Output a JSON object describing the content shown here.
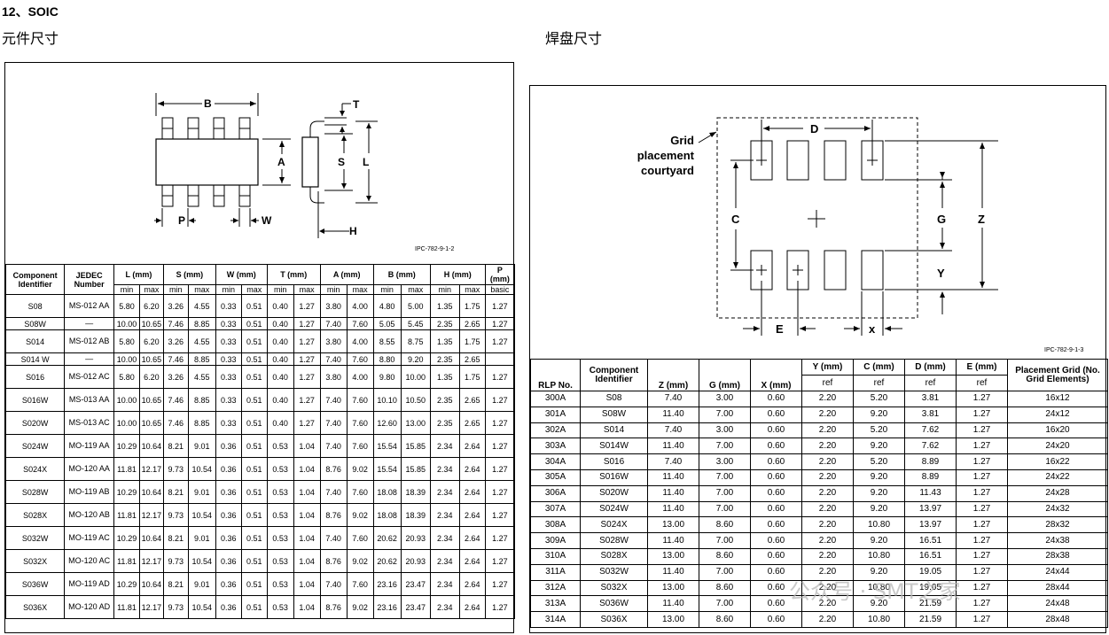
{
  "header": {
    "num": "12、",
    "title": "SOIC",
    "left_caption": "元件尺寸",
    "right_caption": "焊盘尺寸"
  },
  "left_figure": {
    "labels": {
      "B": "B",
      "T": "T",
      "A": "A",
      "S": "S",
      "L": "L",
      "P": "P",
      "W": "W",
      "H": "H"
    },
    "ref": "IPC-782-9-1-2"
  },
  "left_table": {
    "col_component": "Component Identifier",
    "col_jedec": "JEDEC Number",
    "groups": [
      "L (mm)",
      "S (mm)",
      "W (mm)",
      "T (mm)",
      "A (mm)",
      "B (mm)",
      "H (mm)"
    ],
    "p_head": "P (mm)",
    "min": "min",
    "max": "max",
    "basic": "basic",
    "rows": [
      {
        "id": "S08",
        "jedec": "MS-012 AA",
        "v": [
          "5.80",
          "6.20",
          "3.26",
          "4.55",
          "0.33",
          "0.51",
          "0.40",
          "1.27",
          "3.80",
          "4.00",
          "4.80",
          "5.00",
          "1.35",
          "1.75",
          "1.27"
        ]
      },
      {
        "id": "S08W",
        "jedec": "—",
        "v": [
          "10.00",
          "10.65",
          "7.46",
          "8.85",
          "0.33",
          "0.51",
          "0.40",
          "1.27",
          "7.40",
          "7.60",
          "5.05",
          "5.45",
          "2.35",
          "2.65",
          "1.27"
        ]
      },
      {
        "id": "S014",
        "jedec": "MS-012 AB",
        "v": [
          "5.80",
          "6.20",
          "3.26",
          "4.55",
          "0.33",
          "0.51",
          "0.40",
          "1.27",
          "3.80",
          "4.00",
          "8.55",
          "8.75",
          "1.35",
          "1.75",
          "1.27"
        ]
      },
      {
        "id": "S014 W",
        "jedec": "—",
        "v": [
          "10.00",
          "10.65",
          "7.46",
          "8.85",
          "0.33",
          "0.51",
          "0.40",
          "1.27",
          "7.40",
          "7.60",
          "8.80",
          "9.20",
          "2.35",
          "2.65",
          ""
        ]
      },
      {
        "id": "S016",
        "jedec": "MS-012 AC",
        "v": [
          "5.80",
          "6.20",
          "3.26",
          "4.55",
          "0.33",
          "0.51",
          "0.40",
          "1.27",
          "3.80",
          "4.00",
          "9.80",
          "10.00",
          "1.35",
          "1.75",
          "1.27"
        ]
      },
      {
        "id": "S016W",
        "jedec": "MS-013 AA",
        "v": [
          "10.00",
          "10.65",
          "7.46",
          "8.85",
          "0.33",
          "0.51",
          "0.40",
          "1.27",
          "7.40",
          "7.60",
          "10.10",
          "10.50",
          "2.35",
          "2.65",
          "1.27"
        ]
      },
      {
        "id": "S020W",
        "jedec": "MS-013 AC",
        "v": [
          "10.00",
          "10.65",
          "7.46",
          "8.85",
          "0.33",
          "0.51",
          "0.40",
          "1.27",
          "7.40",
          "7.60",
          "12.60",
          "13.00",
          "2.35",
          "2.65",
          "1.27"
        ]
      },
      {
        "id": "S024W",
        "jedec": "MO-119 AA",
        "v": [
          "10.29",
          "10.64",
          "8.21",
          "9.01",
          "0.36",
          "0.51",
          "0.53",
          "1.04",
          "7.40",
          "7.60",
          "15.54",
          "15.85",
          "2.34",
          "2.64",
          "1.27"
        ]
      },
      {
        "id": "S024X",
        "jedec": "MO-120 AA",
        "v": [
          "11.81",
          "12.17",
          "9.73",
          "10.54",
          "0.36",
          "0.51",
          "0.53",
          "1.04",
          "8.76",
          "9.02",
          "15.54",
          "15.85",
          "2.34",
          "2.64",
          "1.27"
        ]
      },
      {
        "id": "S028W",
        "jedec": "MO-119 AB",
        "v": [
          "10.29",
          "10.64",
          "8.21",
          "9.01",
          "0.36",
          "0.51",
          "0.53",
          "1.04",
          "7.40",
          "7.60",
          "18.08",
          "18.39",
          "2.34",
          "2.64",
          "1.27"
        ]
      },
      {
        "id": "S028X",
        "jedec": "MO-120 AB",
        "v": [
          "11.81",
          "12.17",
          "9.73",
          "10.54",
          "0.36",
          "0.51",
          "0.53",
          "1.04",
          "8.76",
          "9.02",
          "18.08",
          "18.39",
          "2.34",
          "2.64",
          "1.27"
        ]
      },
      {
        "id": "S032W",
        "jedec": "MO-119 AC",
        "v": [
          "10.29",
          "10.64",
          "8.21",
          "9.01",
          "0.36",
          "0.51",
          "0.53",
          "1.04",
          "7.40",
          "7.60",
          "20.62",
          "20.93",
          "2.34",
          "2.64",
          "1.27"
        ]
      },
      {
        "id": "S032X",
        "jedec": "MO-120 AC",
        "v": [
          "11.81",
          "12.17",
          "9.73",
          "10.54",
          "0.36",
          "0.51",
          "0.53",
          "1.04",
          "8.76",
          "9.02",
          "20.62",
          "20.93",
          "2.34",
          "2.64",
          "1.27"
        ]
      },
      {
        "id": "S036W",
        "jedec": "MO-119 AD",
        "v": [
          "10.29",
          "10.64",
          "8.21",
          "9.01",
          "0.36",
          "0.51",
          "0.53",
          "1.04",
          "7.40",
          "7.60",
          "23.16",
          "23.47",
          "2.34",
          "2.64",
          "1.27"
        ]
      },
      {
        "id": "S036X",
        "jedec": "MO-120 AD",
        "v": [
          "11.81",
          "12.17",
          "9.73",
          "10.54",
          "0.36",
          "0.51",
          "0.53",
          "1.04",
          "8.76",
          "9.02",
          "23.16",
          "23.47",
          "2.34",
          "2.64",
          "1.27"
        ]
      }
    ]
  },
  "right_figure": {
    "grid_label": [
      "Grid",
      "placement",
      "courtyard"
    ],
    "labels": {
      "D": "D",
      "C": "C",
      "G": "G",
      "Z": "Z",
      "Y": "Y",
      "E": "E",
      "X": "x"
    },
    "ref": "IPC-782-9-1-3"
  },
  "right_table": {
    "headers": [
      "RLP No.",
      "Component Identifier",
      "Z (mm)",
      "G (mm)",
      "X (mm)",
      "Y (mm)",
      "C (mm)",
      "D (mm)",
      "E (mm)",
      "Placement Grid (No. Grid Elements)"
    ],
    "ref": "ref",
    "rows": [
      [
        "300A",
        "S08",
        "7.40",
        "3.00",
        "0.60",
        "2.20",
        "5.20",
        "3.81",
        "1.27",
        "16x12"
      ],
      [
        "301A",
        "S08W",
        "11.40",
        "7.00",
        "0.60",
        "2.20",
        "9.20",
        "3.81",
        "1.27",
        "24x12"
      ],
      [
        "302A",
        "S014",
        "7.40",
        "3.00",
        "0.60",
        "2.20",
        "5.20",
        "7.62",
        "1.27",
        "16x20"
      ],
      [
        "303A",
        "S014W",
        "11.40",
        "7.00",
        "0.60",
        "2.20",
        "9.20",
        "7.62",
        "1.27",
        "24x20"
      ],
      [
        "304A",
        "S016",
        "7.40",
        "3.00",
        "0.60",
        "2.20",
        "5.20",
        "8.89",
        "1.27",
        "16x22"
      ],
      [
        "305A",
        "S016W",
        "11.40",
        "7.00",
        "0.60",
        "2.20",
        "9.20",
        "8.89",
        "1.27",
        "24x22"
      ],
      [
        "306A",
        "S020W",
        "11.40",
        "7.00",
        "0.60",
        "2.20",
        "9.20",
        "11.43",
        "1.27",
        "24x28"
      ],
      [
        "307A",
        "S024W",
        "11.40",
        "7.00",
        "0.60",
        "2.20",
        "9.20",
        "13.97",
        "1.27",
        "24x32"
      ],
      [
        "308A",
        "S024X",
        "13.00",
        "8.60",
        "0.60",
        "2.20",
        "10.80",
        "13.97",
        "1.27",
        "28x32"
      ],
      [
        "309A",
        "S028W",
        "11.40",
        "7.00",
        "0.60",
        "2.20",
        "9.20",
        "16.51",
        "1.27",
        "24x38"
      ],
      [
        "310A",
        "S028X",
        "13.00",
        "8.60",
        "0.60",
        "2.20",
        "10.80",
        "16.51",
        "1.27",
        "28x38"
      ],
      [
        "311A",
        "S032W",
        "11.40",
        "7.00",
        "0.60",
        "2.20",
        "9.20",
        "19.05",
        "1.27",
        "24x44"
      ],
      [
        "312A",
        "S032X",
        "13.00",
        "8.60",
        "0.60",
        "2.20",
        "10.80",
        "19.05",
        "1.27",
        "28x44"
      ],
      [
        "313A",
        "S036W",
        "11.40",
        "7.00",
        "0.60",
        "2.20",
        "9.20",
        "21.59",
        "1.27",
        "24x48"
      ],
      [
        "314A",
        "S036X",
        "13.00",
        "8.60",
        "0.60",
        "2.20",
        "10.80",
        "21.59",
        "1.27",
        "28x48"
      ]
    ]
  },
  "watermark": "公众号 · SMT之家"
}
